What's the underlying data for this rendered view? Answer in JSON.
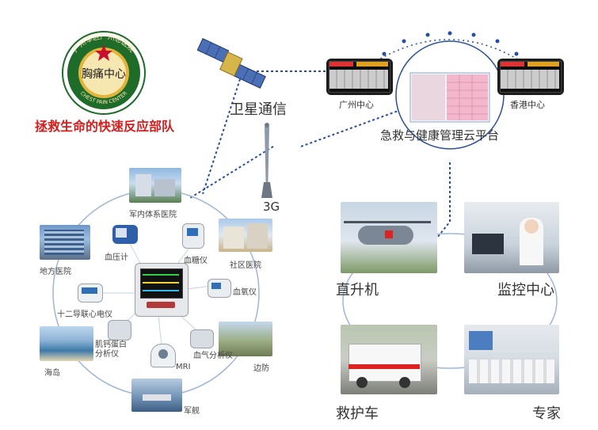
{
  "logo": {
    "ring_text": "广州军区广州总医院",
    "center_text": "胸痛中心",
    "sub_text": "CHEST PAIN CENTER",
    "colors": {
      "ring": "#1f6b2a",
      "star": "#c8102e",
      "gold": "#e2b43a"
    }
  },
  "slogan": "拯救生命的快速反应部队",
  "satellite_label": "卫星通信",
  "tower_label": "3G",
  "cloud": {
    "left_center": "广州中心",
    "right_center": "香港中心",
    "platform": "急救与健康管理云平台"
  },
  "left_network": {
    "nodes": [
      "军内体系医院",
      "社区医院",
      "边防",
      "军舰",
      "海岛",
      "地方医院"
    ],
    "devices": [
      "血压计",
      "血糖仪",
      "血氧仪",
      "血气分析仪",
      "MRI",
      "肌钙蛋白分析仪",
      "十二导联心电仪"
    ]
  },
  "right_network": {
    "nodes": [
      "直升机",
      "监控中心",
      "救护车",
      "专家"
    ]
  },
  "colors": {
    "dotted_link": "#2a4f9a",
    "ring_line": "#9fb6d6",
    "slogan_red": "#d41e1e"
  }
}
